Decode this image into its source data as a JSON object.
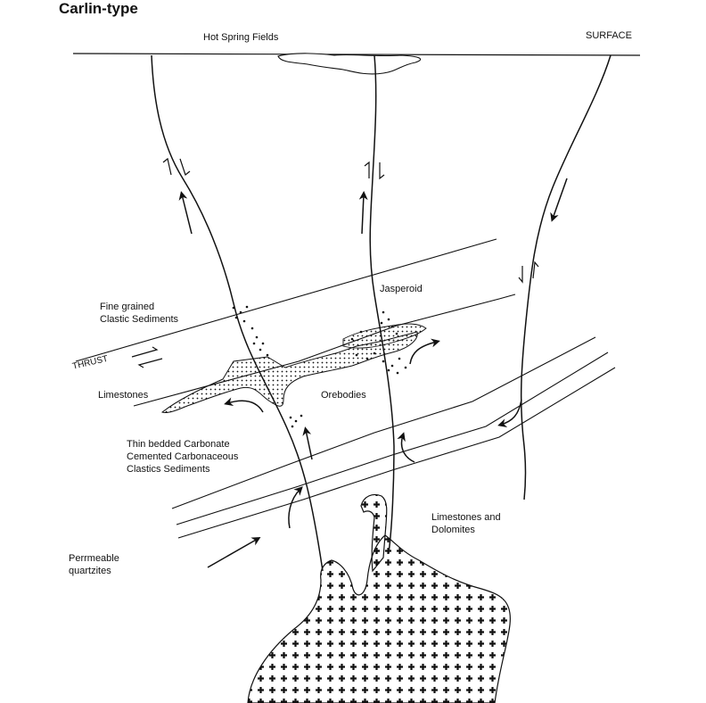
{
  "title": "Carlin-type",
  "labels": {
    "hot_spring_fields": "Hot Spring Fields",
    "surface": "SURFACE",
    "jasperoid": "Jasperoid",
    "fine_grained": [
      "Fine grained",
      "Clastic Sediments"
    ],
    "thrust": "THRUST",
    "limestones": "Limestones",
    "orebodies": "Orebodies",
    "thin_bedded": [
      "Thin bedded Carbonate",
      "Cemented Carbonaceous",
      "Clastics Sediments"
    ],
    "limestones_dolomites": [
      "Limestones and",
      "Dolomites"
    ],
    "quartzites": [
      "Perrmeable",
      "quartzites"
    ]
  },
  "colors": {
    "ink": "#111111",
    "background": "#ffffff"
  }
}
